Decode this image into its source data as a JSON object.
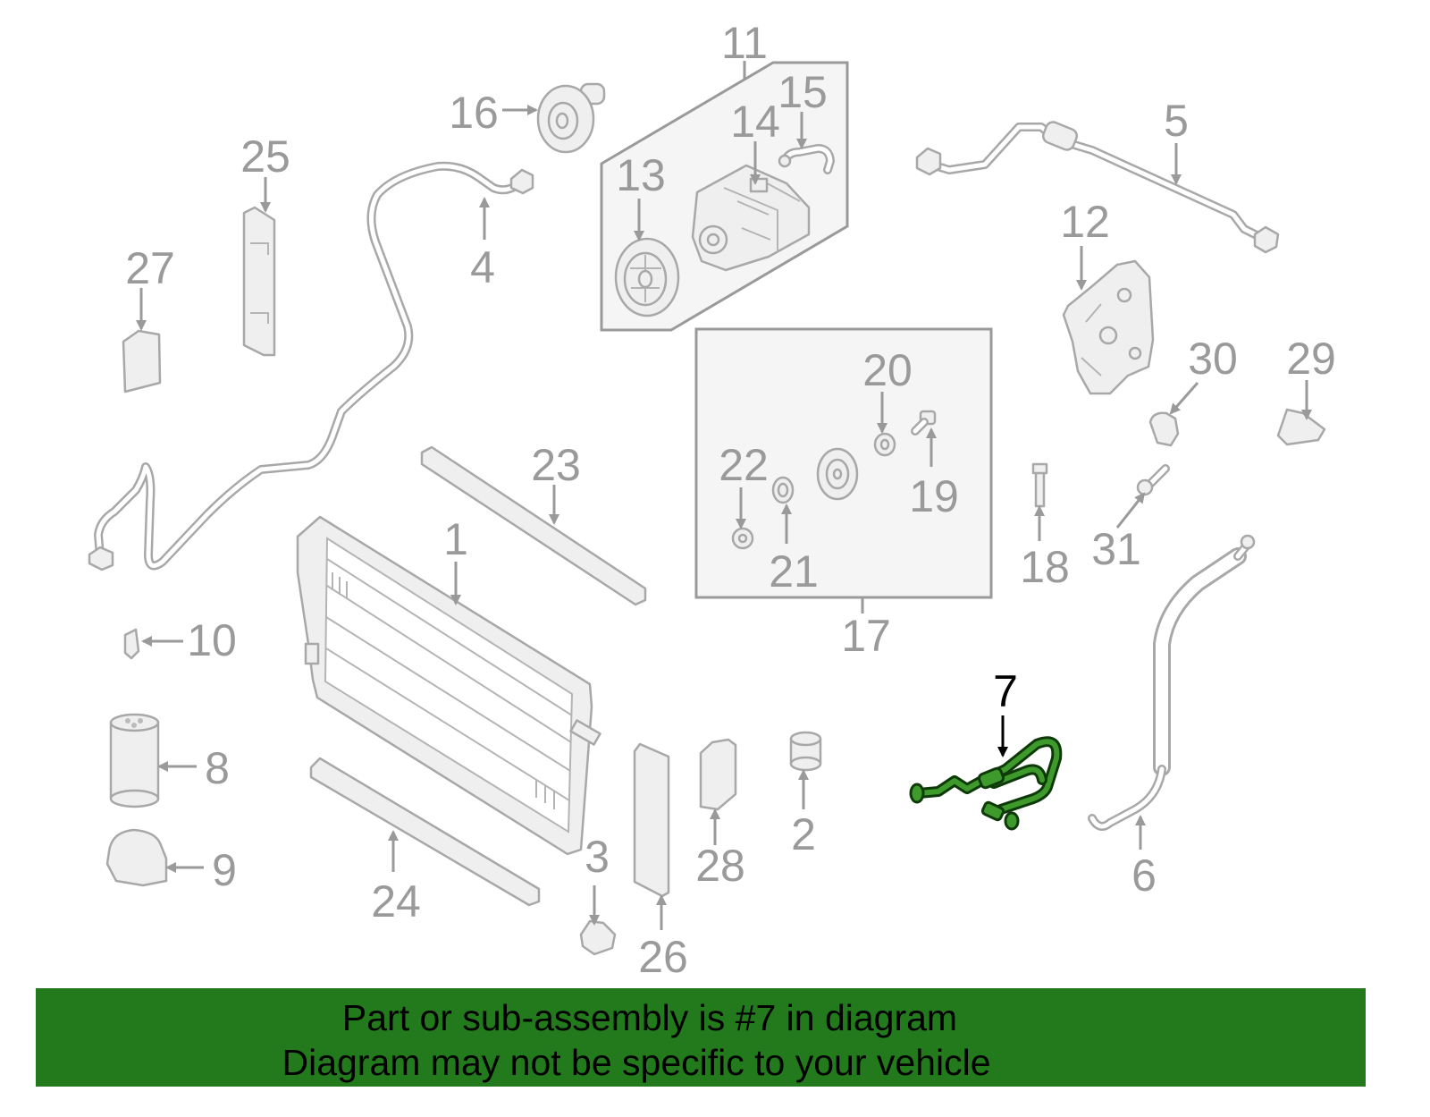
{
  "callouts": [
    "1",
    "2",
    "3",
    "4",
    "5",
    "6",
    "7",
    "8",
    "9",
    "10",
    "11",
    "12",
    "13",
    "14",
    "15",
    "16",
    "17",
    "18",
    "19",
    "20",
    "21",
    "22",
    "23",
    "24",
    "25",
    "26",
    "27",
    "28",
    "29",
    "30",
    "31"
  ],
  "highlighted_callout": "7",
  "footer": {
    "line1": "Part or sub-assembly is #7 in diagram",
    "line2": "Diagram may not be specific to your vehicle"
  },
  "colors": {
    "callout_text": "#9a9a9a",
    "highlight_fill": "#3f9a2c",
    "highlight_outline": "#0d3a08",
    "footer_bg": "#237a1c"
  }
}
